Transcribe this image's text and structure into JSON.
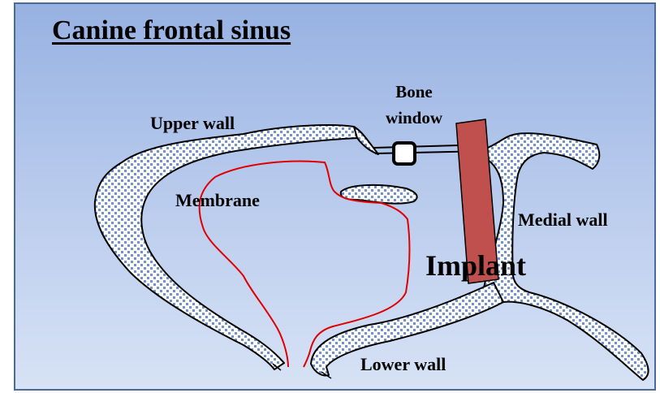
{
  "title": "Canine frontal sinus",
  "labels": {
    "bone_window": "Bone window",
    "upper_wall": "Upper wall",
    "membrane": "Membrane",
    "medial_wall": "Medial wall",
    "implant": "Implant",
    "lower_wall": "Lower wall"
  },
  "colors": {
    "background_top": "#97b1e2",
    "background_bottom": "#d7e2f5",
    "bone_fill": "#ffffff",
    "bone_dots": "#6f93c8",
    "membrane": "#e00000",
    "implant": "#c0504d"
  }
}
